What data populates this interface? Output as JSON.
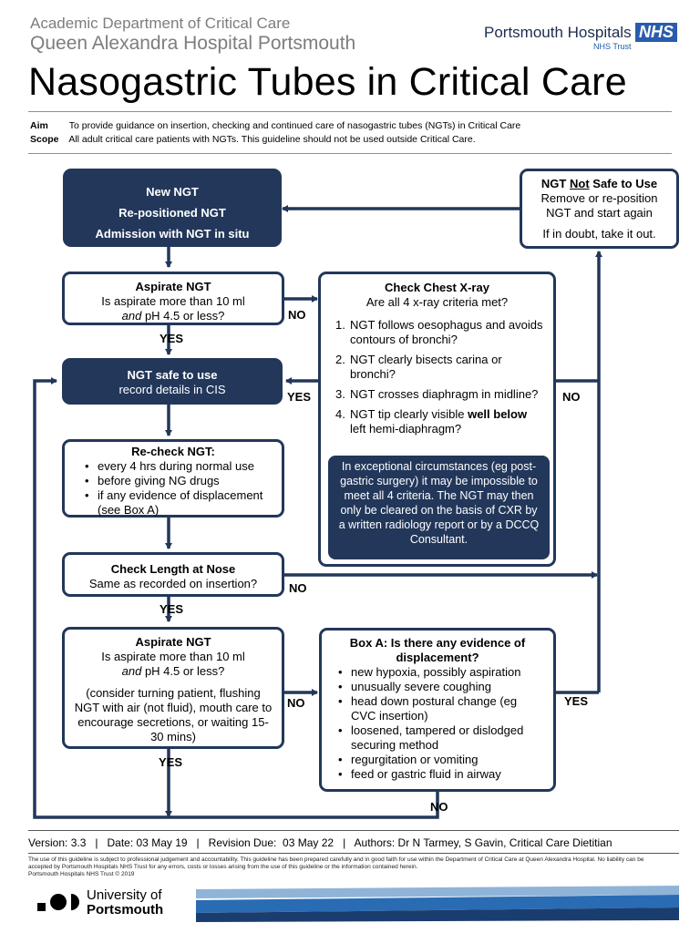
{
  "header": {
    "department": "Academic Department of Critical Care",
    "hospital": "Queen Alexandra Hospital Portsmouth",
    "logo_name": "Portsmouth Hospitals",
    "logo_badge": "NHS",
    "logo_trust": "NHS Trust",
    "title": "Nasogastric Tubes in Critical Care"
  },
  "aim": {
    "label": "Aim",
    "text": "To provide guidance on insertion, checking and continued care of nasogastric tubes (NGTs) in Critical Care"
  },
  "scope": {
    "label": "Scope",
    "text": "All adult critical care patients with NGTs.  This guideline should not be used outside Critical Care."
  },
  "flow": {
    "start": {
      "line1": "New NGT",
      "line2": "Re-positioned NGT",
      "line3": "Admission with NGT in situ"
    },
    "not_safe": {
      "title_pre": "NGT ",
      "title_underline": "Not",
      "title_post": " Safe to Use",
      "line1": "Remove or re-position",
      "line2": "NGT and start again",
      "line3": "If in doubt, take it out."
    },
    "aspirate1": {
      "title": "Aspirate NGT",
      "line1": "Is aspirate more than 10 ml",
      "line2_italic": "and",
      "line2_rest": " pH 4.5 or less?"
    },
    "xray": {
      "title": "Check Chest X-ray",
      "question": "Are all 4 x-ray criteria met?",
      "items": [
        {
          "num": "1.",
          "text": "NGT follows oesophagus and avoids contours of bronchi?"
        },
        {
          "num": "2.",
          "text": "NGT clearly bisects carina or bronchi?"
        },
        {
          "num": "3.",
          "text": "NGT crosses diaphragm in midline?"
        }
      ],
      "item4_num": "4.",
      "item4_pre": "NGT tip clearly visible ",
      "item4_bold": "well below",
      "item4_post": " left hemi-diaphragm?",
      "exception": "In exceptional circumstances (eg post-gastric surgery) it may be impossible to meet all 4 criteria. The NGT may then only be cleared on the basis of CXR by a written radiology report or by a DCCQ Consultant."
    },
    "safe": {
      "title": "NGT safe to use",
      "line": "record details in CIS"
    },
    "recheck": {
      "title": "Re-check NGT:",
      "items": [
        "every 4 hrs during normal use",
        "before giving NG drugs",
        "if any evidence of displacement (see Box A)"
      ]
    },
    "length": {
      "title": "Check Length at Nose",
      "line": "Same as recorded on insertion?"
    },
    "aspirate2": {
      "title": "Aspirate NGT",
      "line1": "Is aspirate more than 10 ml",
      "line2_italic": "and",
      "line2_rest": " pH 4.5 or less?",
      "note": "(consider turning patient, flushing NGT with air (not fluid), mouth care to encourage secretions, or waiting 15-30 mins)"
    },
    "boxa": {
      "title": "Box A: Is there any evidence of displacement?",
      "items": [
        "new hypoxia, possibly aspiration",
        "unusually severe coughing",
        "head down postural change (eg CVC insertion)",
        "loosened, tampered or dislodged securing method",
        "regurgitation or vomiting",
        "feed or gastric fluid in airway"
      ]
    },
    "labels": {
      "yes": "YES",
      "no": "NO"
    }
  },
  "footer": {
    "version_line": "Version: 3.3   |   Date: 03 May 19   |   Revision Due:  03 May 22   |   Authors: Dr N Tarmey, S Gavin, Critical Care Dietitian",
    "disclaimer": "The use of this guideline is subject to professional judgement and accountability.  This guideline has been prepared carefully and in good faith for use within the Department of Critical Care at Queen Alexandra Hospital.  No liability can be accepted by Portsmouth Hospitals NHS Trust for any errors, costs or losses arising from the use of this guideline or the information contained herein.",
    "copyright": "Portsmouth Hospitals NHS Trust  © 2019",
    "uni_line1": "University of",
    "uni_line2": "Portsmouth"
  },
  "colors": {
    "navy": "#22375a",
    "nhs_blue": "#2a5cad",
    "stripe_light": "#8fb4d8"
  }
}
